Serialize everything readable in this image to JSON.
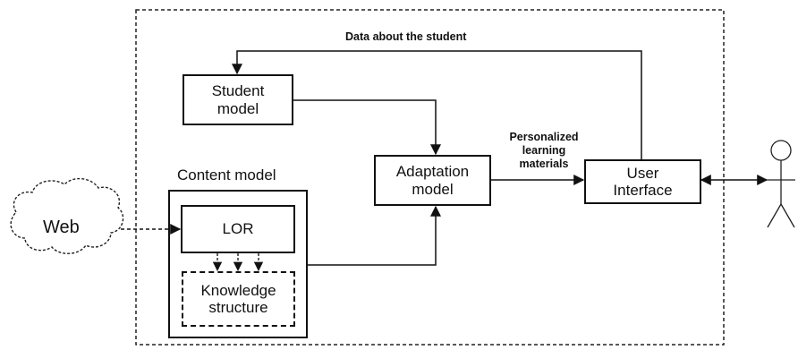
{
  "labels": {
    "data_about_student": "Data about the student",
    "personalized_1": "Personalized",
    "personalized_2": "learning",
    "personalized_3": "materials",
    "content_model": "Content model"
  },
  "boxes": {
    "student_model_1": "Student",
    "student_model_2": "model",
    "adaptation_model_1": "Adaptation",
    "adaptation_model_2": "model",
    "user_interface_1": "User",
    "user_interface_2": "Interface",
    "lor": "LOR",
    "knowledge_1": "Knowledge",
    "knowledge_2": "structure",
    "web": "Web"
  }
}
